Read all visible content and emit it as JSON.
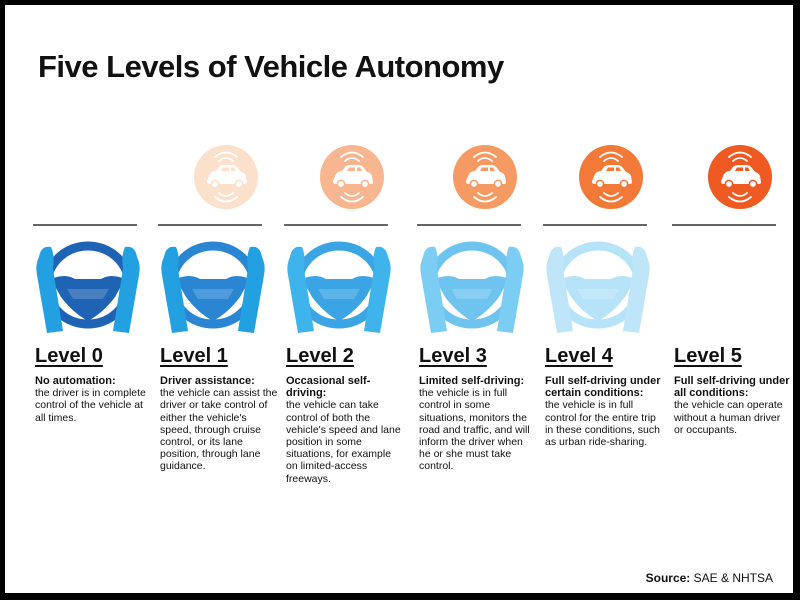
{
  "title": "Five Levels of Vehicle Autonomy",
  "source_label": "Source:",
  "source_value": "SAE & NHTSA",
  "levels": [
    {
      "label": "Level 0",
      "heading": "No automation:",
      "text": "the driver is in complete control of the vehicle at all times."
    },
    {
      "label": "Level 1",
      "heading": "Driver assistance:",
      "text": "the vehicle can assist the driver or take control of either the vehicle's speed, through cruise control, or its lane position, through lane guidance."
    },
    {
      "label": "Level 2",
      "heading": "Occasional self-driving:",
      "text": "the vehicle can take control of both the vehicle's speed and lane position in some situations, for example on limited-access freeways."
    },
    {
      "label": "Level 3",
      "heading": "Limited self-driving:",
      "text": "the vehicle is in full control in some situations, monitors the road and traffic, and will inform the driver when he or she must take control."
    },
    {
      "label": "Level 4",
      "heading": "Full self-driving under certain conditions:",
      "text": "the vehicle is in full control for the entire trip in these conditions, such as urban ride-sharing."
    },
    {
      "label": "Level 5",
      "heading": "Full self-driving under all conditions:",
      "text": "the vehicle can operate without a human driver or occupants."
    }
  ],
  "colors": {
    "badge": [
      "#fbe0cb",
      "#f7b68f",
      "#f59a62",
      "#f27937",
      "#ee5a22"
    ],
    "wheel": [
      "#1f63b4",
      "#2a85d3",
      "#3aa4e4",
      "#6ec3ef",
      "#b6e3f7"
    ],
    "hands": [
      "#22a0e2",
      "#22a0e2",
      "#3fb3ec",
      "#7ccdf3",
      "#bfe6f8"
    ]
  },
  "icons": {
    "badge": "car-wifi-icon",
    "wheel": "steering-wheel-hands-icon"
  }
}
